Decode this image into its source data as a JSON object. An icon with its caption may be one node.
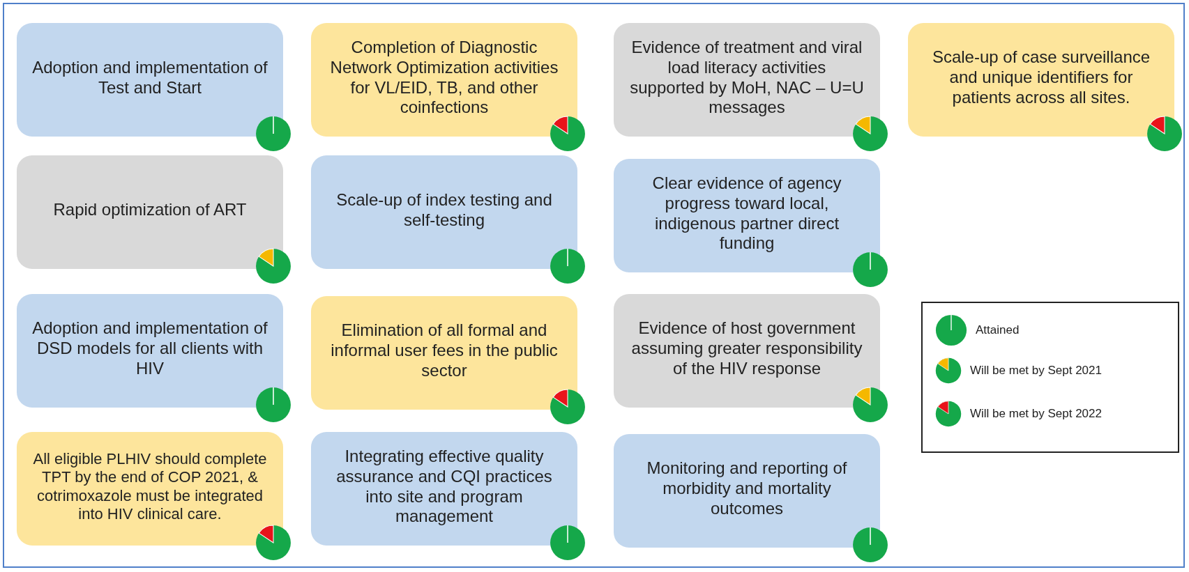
{
  "diagram": {
    "nodes": [
      {
        "text": [
          "Adoption and implementation of Test and Start"
        ]
      },
      {
        "text": [
          "Completion of Diagnostic Network Optimization activities for VL/EID, TB, and other coinfections"
        ]
      },
      {
        "text": [
          "Evidence of treatment and viral load literacy activities supported by MoH, NAC – U=U messages"
        ]
      },
      {
        "text": [
          "Scale-up of case surveillance and unique identifiers for patients across all sites."
        ]
      },
      {
        "text": [
          "Rapid optimization of ART"
        ]
      },
      {
        "text": [
          "Scale-up of index testing and self-testing"
        ]
      },
      {
        "text": [
          "Clear evidence of agency progress toward local, indigenous partner direct funding"
        ]
      },
      {
        "text": [
          "Adoption and implementation of DSD models for all clients with HIV"
        ]
      },
      {
        "text": [
          "Elimination of all formal and informal user fees in the public sector"
        ]
      },
      {
        "text": [
          "Evidence of host government assuming greater responsibility of the HIV response"
        ]
      },
      {
        "text": [
          "All eligible PLHIV should complete TPT by the end of COP 2021, & cotrimoxazole must be integrated into HIV clinical care."
        ]
      },
      {
        "text": [
          "Integrating effective quality assurance and CQI practices into site and program management"
        ]
      },
      {
        "text": [
          "Monitoring and reporting of morbidity and mortality outcomes"
        ]
      }
    ],
    "legend": [
      {
        "text": "Attained"
      },
      {
        "text": "Will be met by Sept 2021"
      },
      {
        "text": "Will be met by Sept 2022"
      }
    ]
  }
}
